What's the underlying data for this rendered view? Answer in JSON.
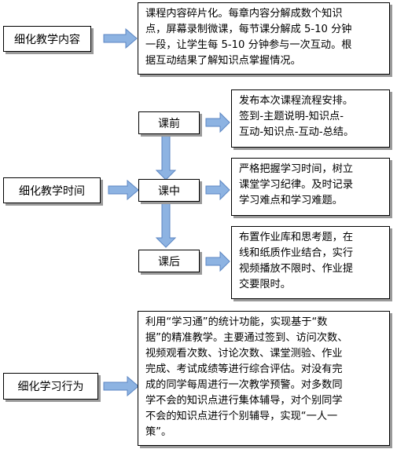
{
  "sections": [
    {
      "label": "细化教学内容",
      "description": [
        "课程内容碎片化。每章内容分解成数个知识",
        "点，屏幕录制微课，每节课分解成 5-10 分钟",
        "一段，让学生每 5-10 分钟参与一次互动。根",
        "据互动结果了解知识点掌握情况。"
      ]
    },
    {
      "label": "细化教学时间",
      "phases": [
        {
          "label": "课前",
          "description": [
            "发布本次课程流程安排。",
            "签到-主题说明-知识点-",
            "互动-知识点-互动-总结。"
          ]
        },
        {
          "label": "课中",
          "description": [
            "严格把握学习时间，树立",
            "课堂学习纪律。及时记录",
            "学习难点和学习难题。"
          ]
        },
        {
          "label": "课后",
          "description": [
            "布置作业库和思考题，在",
            "线和纸质作业结合，实行",
            "视频播放不限时、作业提",
            "交要限时。"
          ]
        }
      ]
    },
    {
      "label": "细化学习行为",
      "description": [
        "利用“学习通”的统计功能，实现基于“数",
        "据”的精准教学。主要通过签到、访问次数、",
        "视频观看次数、讨论次数、课堂测验、作业",
        "完成、考试成绩等进行综合评估。对没有完",
        "成的同学每周进行一次教学预警。对多数同",
        "学不会的知识点进行集体辅导，对个别同学",
        "不会的知识点进行个别辅导，实现“一人一",
        "策”。"
      ]
    }
  ],
  "colors": {
    "arrow_fill": "#8db3e2",
    "arrow_stroke": "#5b86c3",
    "shadow": "#9a9a9a",
    "border": "#000000"
  }
}
